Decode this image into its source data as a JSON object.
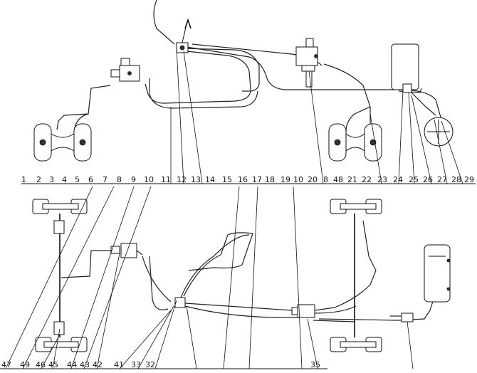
{
  "top_labels": [
    {
      "id": "c1",
      "text": "1"
    },
    {
      "id": "c2",
      "text": "2"
    },
    {
      "id": "c3",
      "text": "3"
    },
    {
      "id": "c4",
      "text": "4"
    },
    {
      "id": "c5",
      "text": "5"
    },
    {
      "id": "c6",
      "text": "6"
    },
    {
      "id": "c7",
      "text": "7"
    },
    {
      "id": "c8",
      "text": "8"
    },
    {
      "id": "c9",
      "text": "9"
    },
    {
      "id": "c10",
      "text": "10"
    },
    {
      "id": "c11",
      "text": "11"
    },
    {
      "id": "c12",
      "text": "12"
    },
    {
      "id": "c13",
      "text": "13"
    },
    {
      "id": "c14",
      "text": "14"
    },
    {
      "id": "c15",
      "text": "15"
    },
    {
      "id": "c16",
      "text": "16"
    },
    {
      "id": "c17",
      "text": "17"
    },
    {
      "id": "c18",
      "text": "18"
    },
    {
      "id": "c19",
      "text": "19"
    },
    {
      "id": "c10b",
      "text": "10"
    },
    {
      "id": "c20",
      "text": "20"
    },
    {
      "id": "c8b",
      "text": "8"
    },
    {
      "id": "c48",
      "text": "48"
    },
    {
      "id": "c21",
      "text": "21"
    },
    {
      "id": "c22",
      "text": "22"
    },
    {
      "id": "c23",
      "text": "23"
    },
    {
      "id": "c24",
      "text": "24"
    },
    {
      "id": "c25",
      "text": "25"
    },
    {
      "id": "c26",
      "text": "26"
    },
    {
      "id": "c27",
      "text": "27"
    },
    {
      "id": "c28",
      "text": "28"
    },
    {
      "id": "c29",
      "text": "29"
    }
  ],
  "bottom_labels": [
    {
      "id": "b47",
      "text": "47"
    },
    {
      "id": "b49",
      "text": "49"
    },
    {
      "id": "b46",
      "text": "46"
    },
    {
      "id": "b45",
      "text": "45"
    },
    {
      "id": "b44",
      "text": "44"
    },
    {
      "id": "b43",
      "text": "43"
    },
    {
      "id": "b42",
      "text": "42"
    },
    {
      "id": "b41",
      "text": "41"
    },
    {
      "id": "b33",
      "text": "33"
    },
    {
      "id": "b32",
      "text": "32"
    },
    {
      "id": "b35",
      "text": "35"
    }
  ]
}
